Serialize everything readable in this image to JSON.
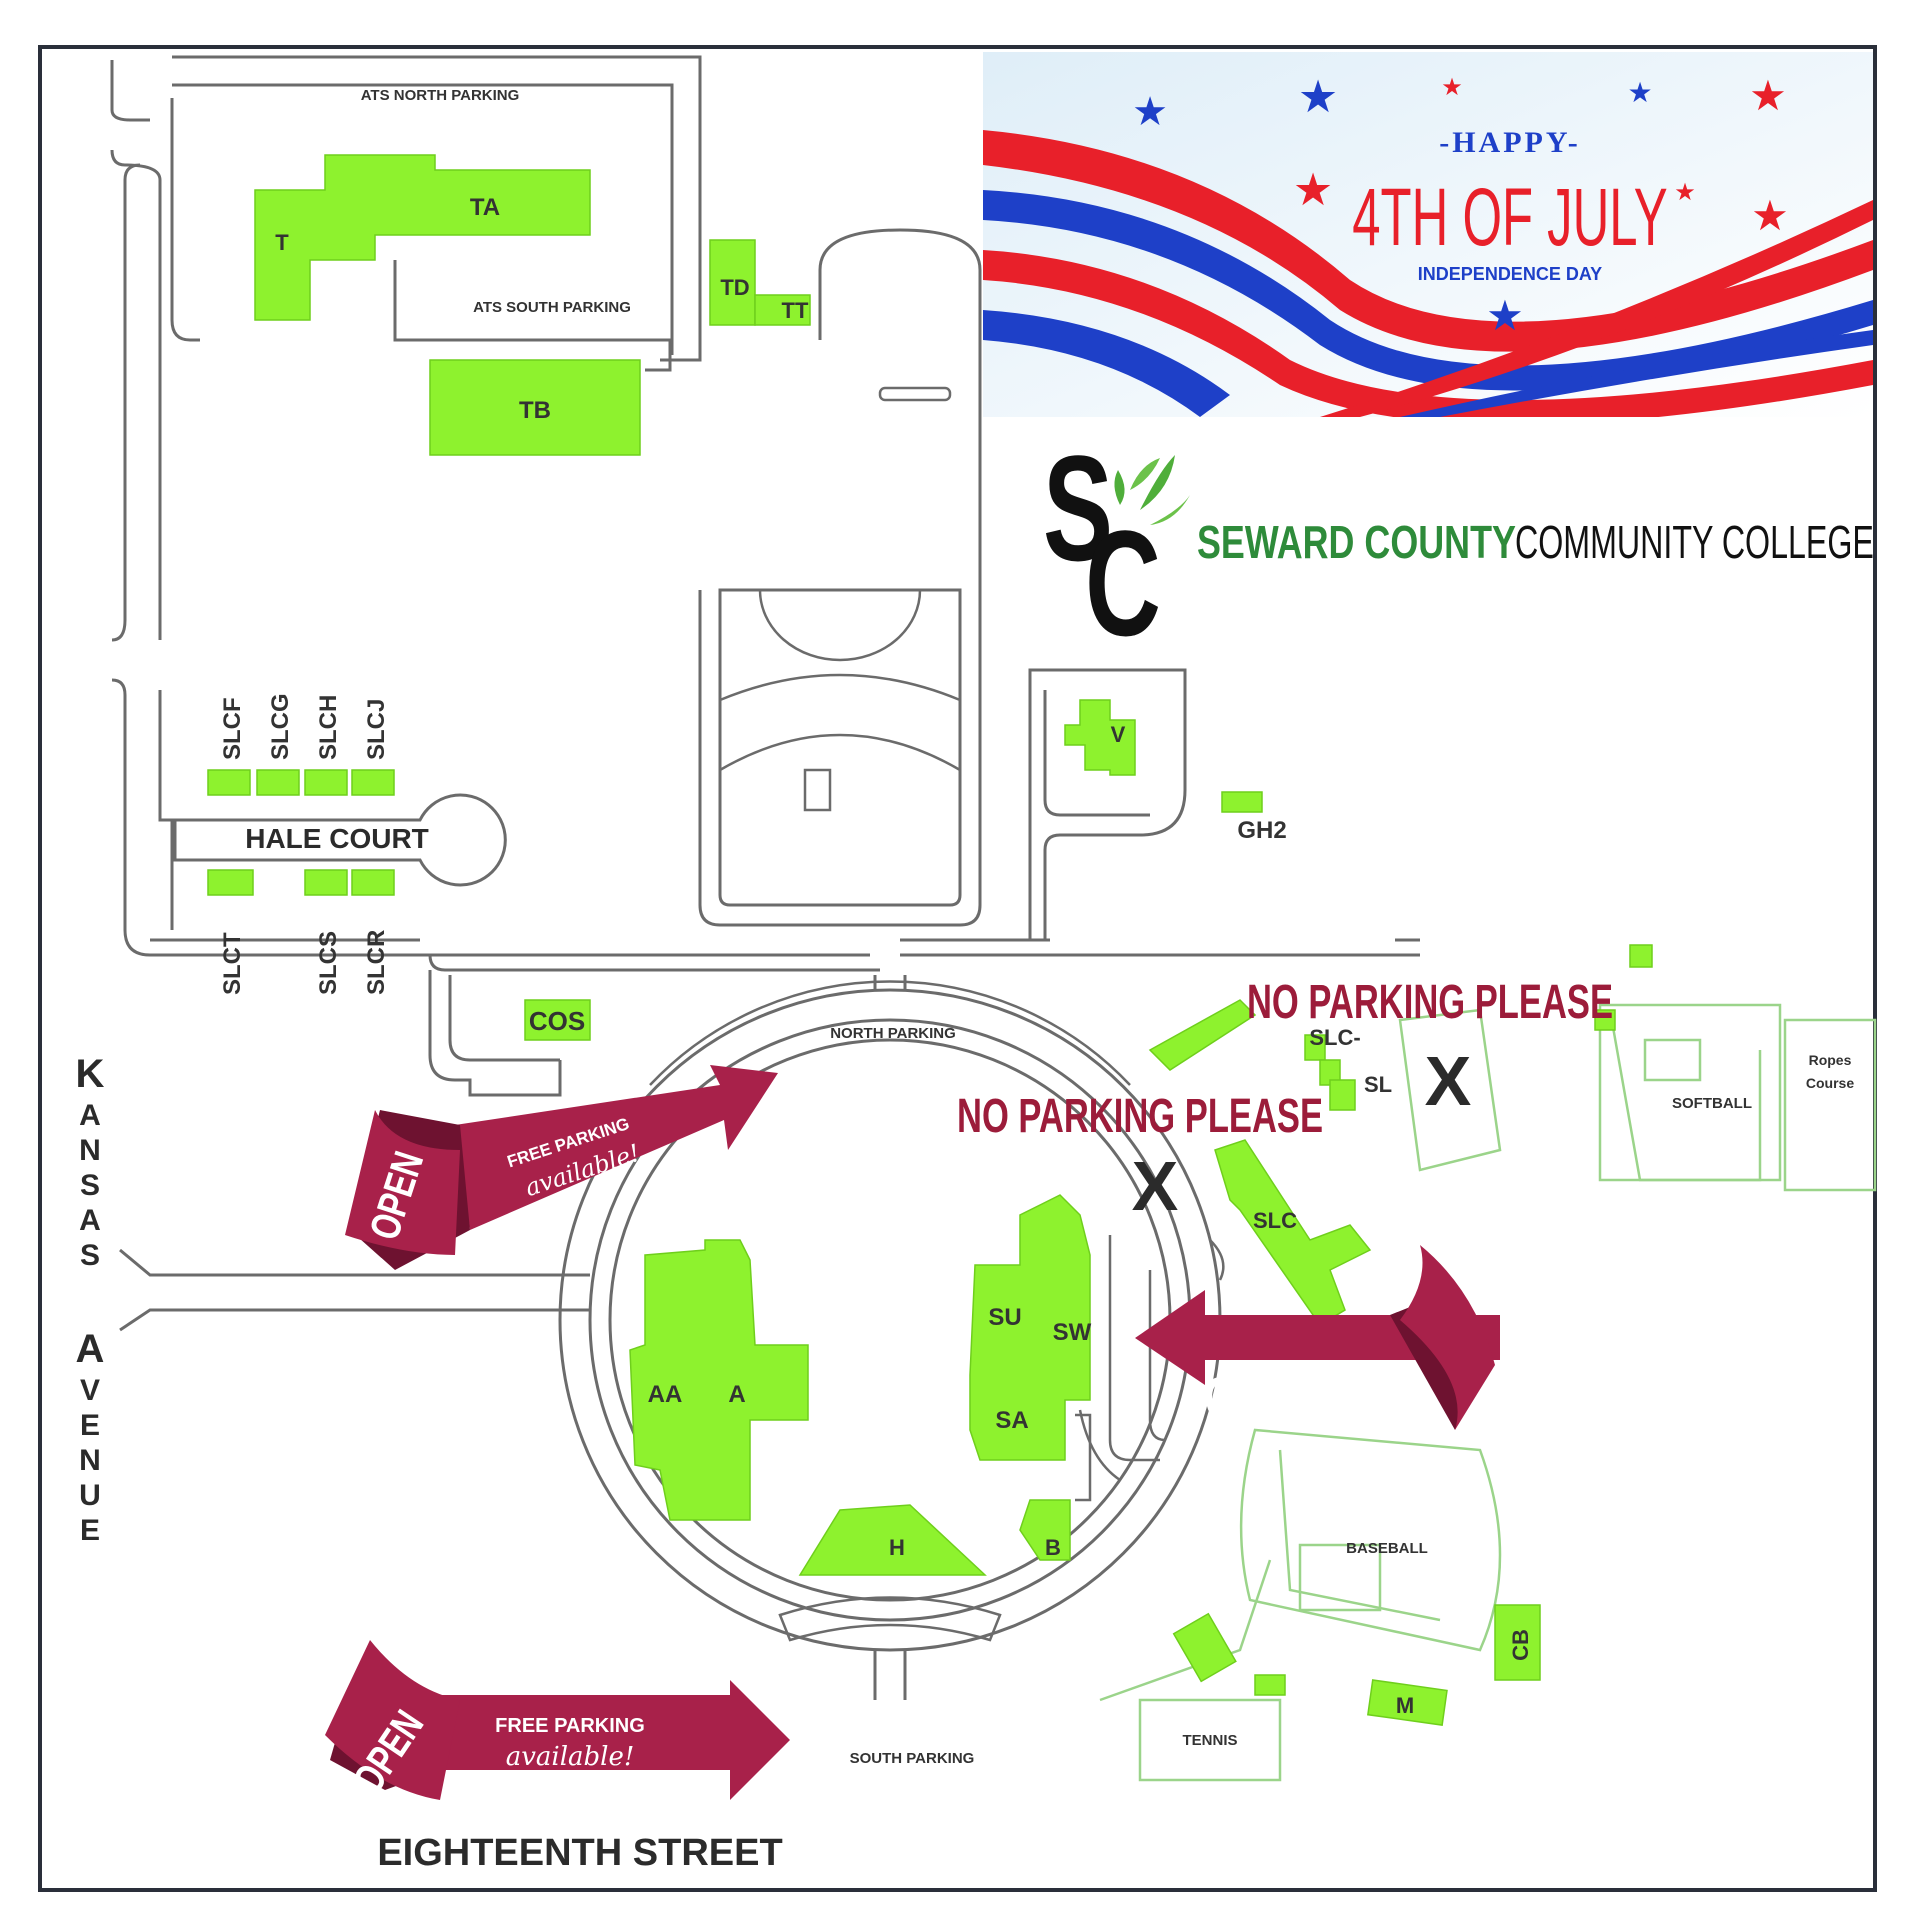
{
  "banner": {
    "happy": "-HAPPY-",
    "title": "4TH OF JULY",
    "subtitle": "INDEPENDENCE DAY"
  },
  "college": {
    "logo_letters": "SC",
    "name_bold": "SEWARD COUNTY",
    "name_light": "COMMUNITY COLLEGE",
    "green": "#2e8b3a"
  },
  "streets": {
    "west_letters": [
      "K",
      "A",
      "N",
      "S",
      "A",
      "S",
      "",
      "A",
      "V",
      "E",
      "N",
      "U",
      "E"
    ],
    "south": "EIGHTEENTH STREET"
  },
  "parking": {
    "ats_north": "ATS NORTH PARKING",
    "ats_south": "ATS SOUTH PARKING",
    "north": "NORTH PARKING",
    "south": "SOUTH PARKING"
  },
  "buildings": {
    "T": "T",
    "TA": "TA",
    "TB": "TB",
    "TD": "TD",
    "TT": "TT",
    "SLCF": "SLCF",
    "SLCG": "SLCG",
    "SLCH": "SLCH",
    "SLCJ": "SLCJ",
    "SLCT": "SLCT",
    "SLCS": "SLCS",
    "SLCR": "SLCR",
    "HALE": "HALE COURT",
    "V": "V",
    "GH2": "GH2",
    "COS": "COS",
    "AA": "AA",
    "A": "A",
    "SU": "SU",
    "SW": "SW",
    "SA": "SA",
    "H": "H",
    "B": "B",
    "SLC": "SLC",
    "SLC2": "SLC-",
    "SLC3": "SL",
    "CB": "CB",
    "M": "M"
  },
  "fields": {
    "softball": "SOFTBALL",
    "ropes1": "Ropes",
    "ropes2": "Course",
    "baseball": "BASEBALL",
    "tennis": "TENNIS"
  },
  "callouts": {
    "open": "OPEN",
    "free1": "FREE PARKING",
    "free2": "available!",
    "no_parking": "NO PARKING PLEASE",
    "x": "X"
  },
  "colors": {
    "building": "#8ef22e",
    "arrow": "#a8214a",
    "banner_red": "#e8202a",
    "banner_blue": "#1e40c8"
  }
}
